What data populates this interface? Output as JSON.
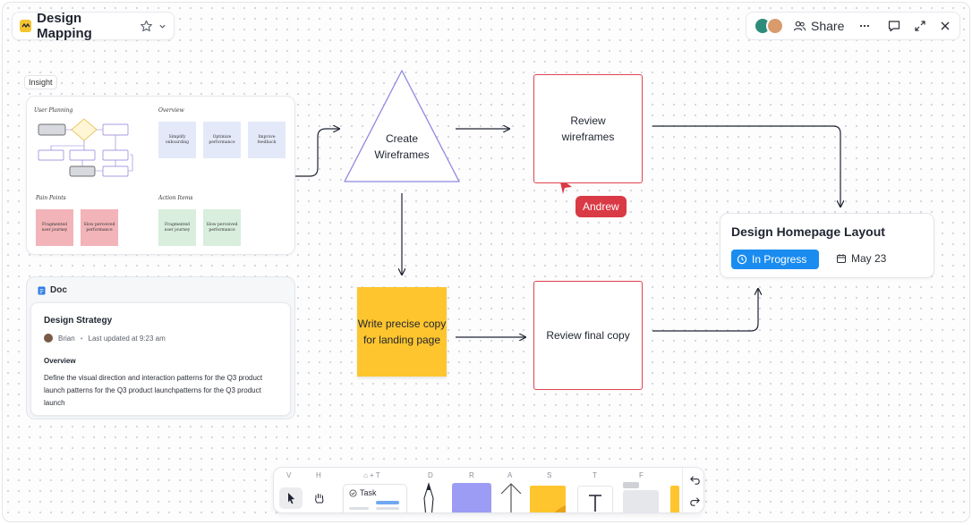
{
  "app": {
    "title": "Design Mapping",
    "share_label": "Share"
  },
  "insight": {
    "label": "Insight",
    "sections": {
      "user_planning": "User Planning",
      "overview": "Overview",
      "pain_points": "Pain Points",
      "action_items": "Action Items"
    },
    "overview_items": [
      "Simplify onboarding",
      "Optimize performance",
      "Improve feedback"
    ],
    "pain_items": [
      "Fragmented user journey",
      "Slow perceived performance"
    ],
    "action_items_list": [
      "Fragmented user journey",
      "Slow perceived performance"
    ]
  },
  "doc": {
    "header": "Doc",
    "title": "Design Strategy",
    "author": "Brian",
    "updated": "Last updated at 9:23 am",
    "section": "Overview",
    "body": "Define the visual direction and interaction patterns for the Q3 product launch patterns for the Q3 product launchpatterns for the Q3 product launch"
  },
  "flow": {
    "create_wireframes": "Create Wireframes",
    "review_wireframes": "Review wireframes",
    "write_copy": "Write precise copy for landing page",
    "review_copy": "Review final copy"
  },
  "cursor": {
    "name": "Andrew",
    "color": "#d93a45"
  },
  "task": {
    "title": "Design Homepage Layout",
    "status": "In Progress",
    "status_color": "#1a8cf0",
    "due": "May 23"
  },
  "toolbar": {
    "keys": {
      "select": "V",
      "hand": "H",
      "task": "⌂ + T",
      "draw": "D",
      "rect": "R",
      "arrow": "A",
      "sticky": "S",
      "text": "T",
      "frame": "F"
    },
    "task_label": "Task"
  },
  "colors": {
    "accent_red": "#e0424f",
    "sticky_yellow": "#fec52e",
    "rect_purple": "#9c9cf5",
    "triangle_stroke": "#8e88e0"
  }
}
